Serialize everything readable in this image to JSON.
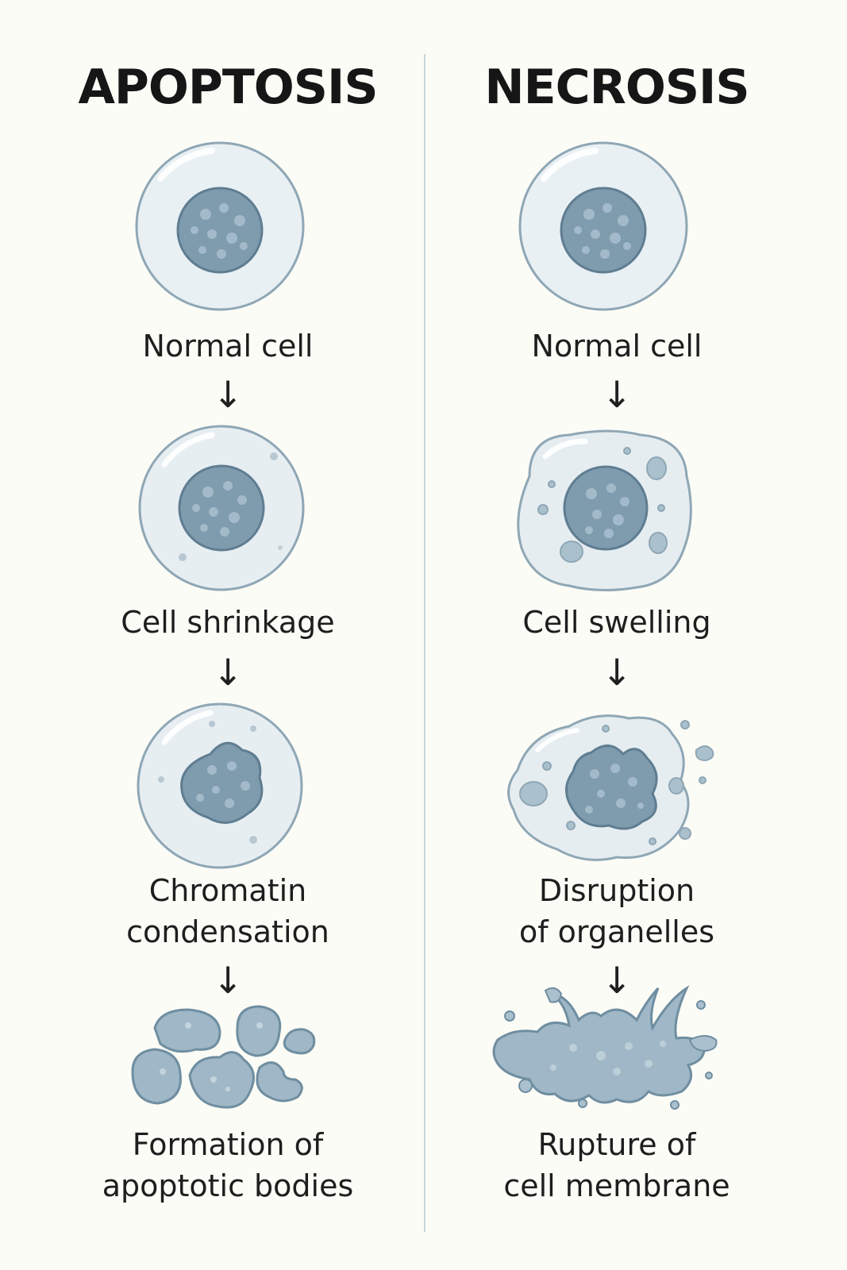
{
  "diagram": {
    "apoptosis": {
      "title": "APOPTOSIS",
      "stages": [
        {
          "label": "Normal cell"
        },
        {
          "label": "Cell shrinkage"
        },
        {
          "label": "Chromatin\ncondensation"
        },
        {
          "label": "Formation of\napoptotic bodies"
        }
      ]
    },
    "necrosis": {
      "title": "NECROSIS",
      "stages": [
        {
          "label": "Normal cell"
        },
        {
          "label": "Cell swelling"
        },
        {
          "label": "Disruption\nof organelles"
        },
        {
          "label": "Rupture of\ncell membrane"
        }
      ]
    },
    "arrow_glyph": "↓",
    "colors": {
      "background": "#fcfcf6",
      "cytoplasm": "#e7eef2",
      "membrane": "#9fb4c0",
      "nucleus": "#7f9cae",
      "nucleus_dark": "#5f7d91",
      "chromatin_spot": "#a9c0ce",
      "fragment": "#98b3c3"
    }
  }
}
